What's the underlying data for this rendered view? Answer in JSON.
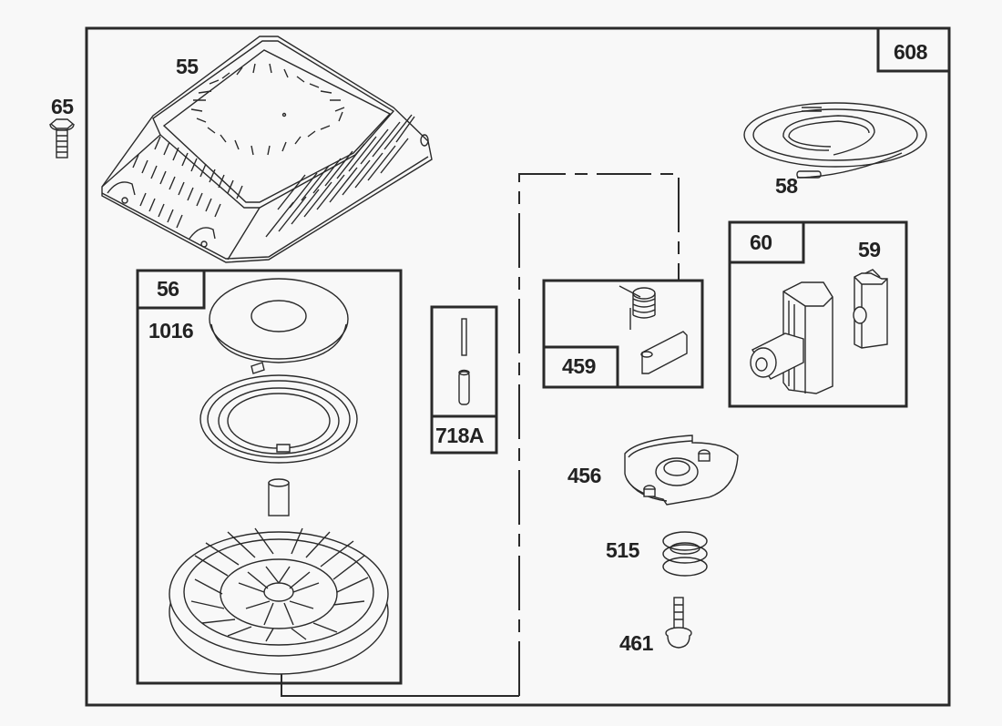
{
  "diagram": {
    "title_ref": "608",
    "callouts": {
      "p65": "65",
      "p55": "55",
      "p608": "608",
      "p58": "58",
      "p56": "56",
      "p1016": "1016",
      "p718A": "718A",
      "p459": "459",
      "p60": "60",
      "p59": "59",
      "p456": "456",
      "p515": "515",
      "p461": "461"
    },
    "parts": [
      {
        "ref": "65",
        "name": "screw-bolt"
      },
      {
        "ref": "55",
        "name": "blower-housing-cover"
      },
      {
        "ref": "58",
        "name": "rope-coil"
      },
      {
        "ref": "56",
        "name": "rewind-pulley-kit"
      },
      {
        "ref": "1016",
        "name": "washer-spring-pulley-set"
      },
      {
        "ref": "718A",
        "name": "pin-kit"
      },
      {
        "ref": "459",
        "name": "pawl-spring-kit"
      },
      {
        "ref": "60",
        "name": "handle-kit"
      },
      {
        "ref": "59",
        "name": "rope-insert"
      },
      {
        "ref": "456",
        "name": "retainer-plate"
      },
      {
        "ref": "515",
        "name": "spring"
      },
      {
        "ref": "461",
        "name": "screw"
      }
    ]
  }
}
